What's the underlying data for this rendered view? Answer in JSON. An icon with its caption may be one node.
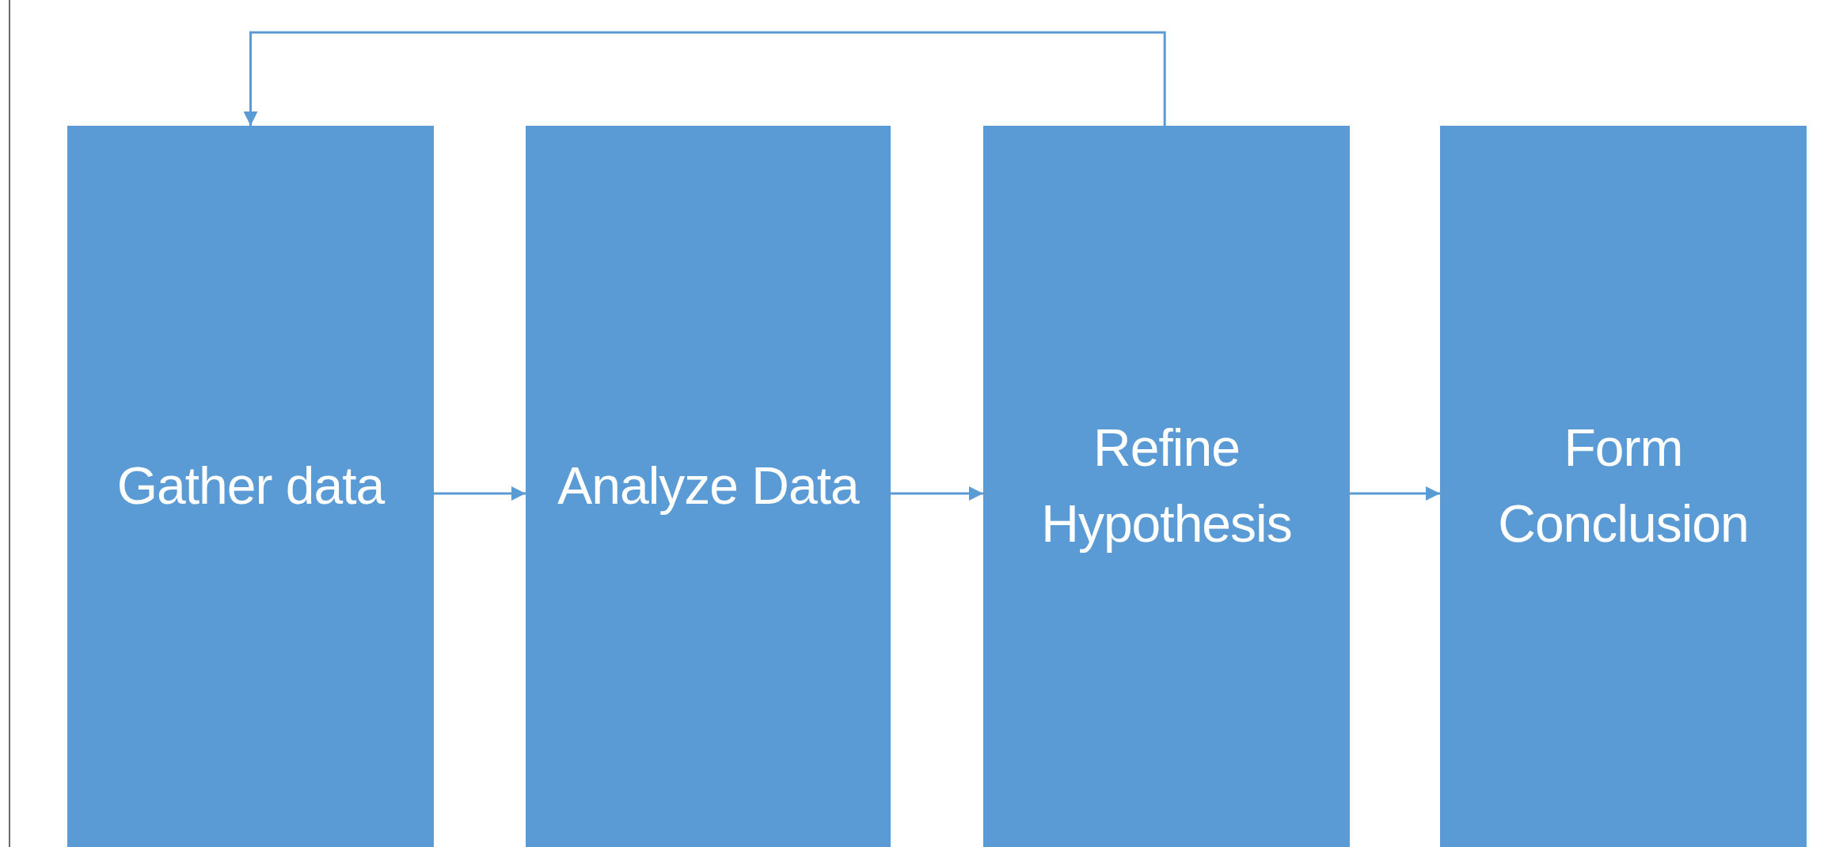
{
  "diagram": {
    "nodes": [
      {
        "text": [
          "Gather data"
        ]
      },
      {
        "text": [
          "Analyze Data"
        ]
      },
      {
        "text": [
          "Refine Hypothesis"
        ]
      },
      {
        "text": [
          "Form Conclusion"
        ]
      }
    ],
    "edges": [
      {
        "from": 0,
        "to": 1,
        "arrow": "to"
      },
      {
        "from": 1,
        "to": 2,
        "arrow": "to"
      },
      {
        "from": 2,
        "to": 3,
        "arrow": "to"
      },
      {
        "from": 2,
        "to": 0,
        "arrow": "to"
      }
    ]
  }
}
